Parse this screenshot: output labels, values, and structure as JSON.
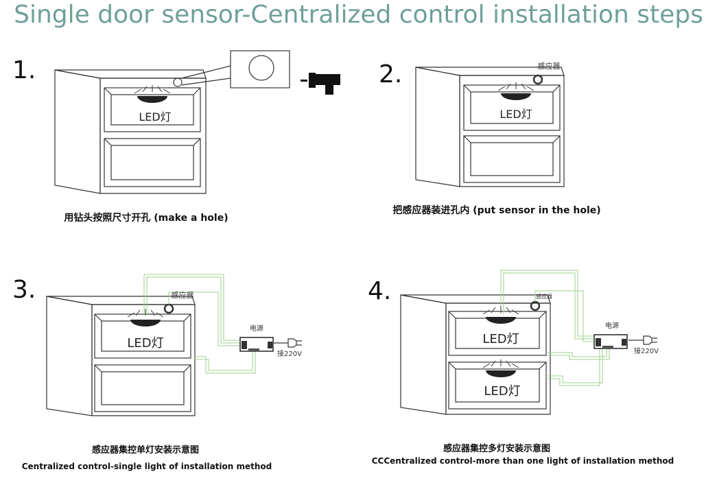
{
  "title": "Single door sensor-Centralized control installation steps",
  "colors": {
    "title": "#6f9f9a",
    "wire": "#9bd28a",
    "line": "#333333"
  },
  "steps": [
    {
      "number": "1.",
      "led_label": "LED灯",
      "caption": "用钻头按照尺寸开孔   (make a hole)"
    },
    {
      "number": "2.",
      "sensor_label": "感应器",
      "led_label": "LED灯",
      "caption": "把感应器装进孔内  (put sensor in the hole)"
    },
    {
      "number": "3.",
      "sensor_label": "感应器",
      "led_label": "LED灯",
      "power_label": "电源",
      "plug_label": "接220V",
      "caption_cn": "感应器集控单灯安装示意图",
      "caption_en": "Centralized control-single light of installation method"
    },
    {
      "number": "4.",
      "sensor_label": "感应器",
      "led_label_top": "LED灯",
      "led_label_bottom": "LED灯",
      "power_label": "电源",
      "plug_label": "接220V",
      "caption_cn": "感应器集控多灯安装示意图",
      "caption_en": "CCCentralized control-more than one light of installation method"
    }
  ]
}
